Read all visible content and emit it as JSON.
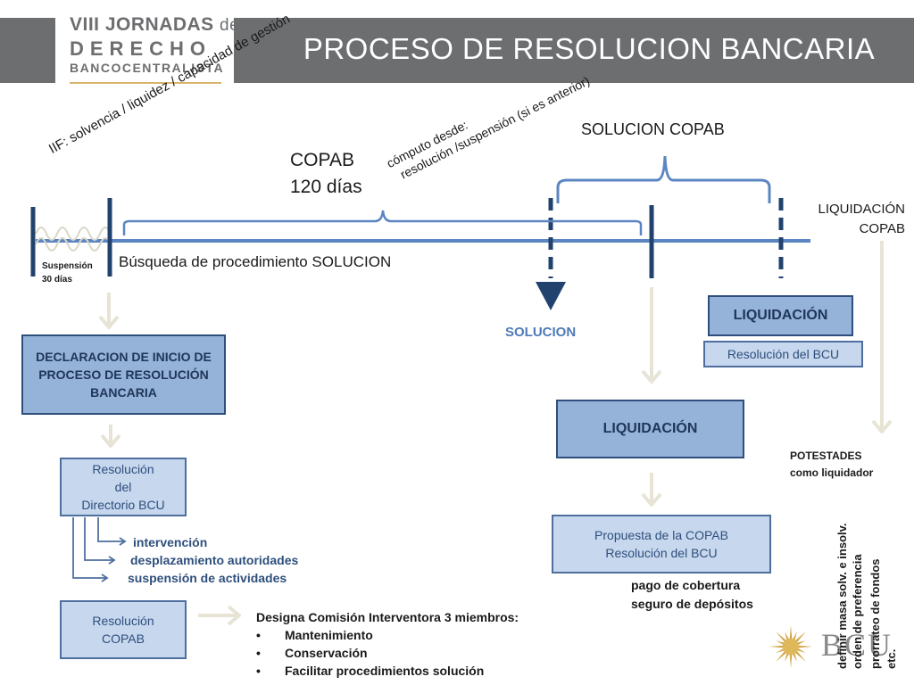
{
  "header": {
    "logo_line1": "VIII JORNADAS",
    "logo_line1_de": "de",
    "logo_line2": "DERECHO",
    "logo_line3": "BANCOCENTRALISTA",
    "title": "PROCESO DE RESOLUCION BANCARIA"
  },
  "timeline": {
    "iif_label": "IIF: solvencia / liquidez / capacidad de gestión",
    "copab_label": "COPAB",
    "copab_days": "120 días",
    "computo_line1": "cómputo desde:",
    "computo_line2": "resolución /suspensión (si es anterior)",
    "solucion_copab": "SOLUCION COPAB",
    "liquidacion_copab_1": "LIQUIDACIÓN",
    "liquidacion_copab_2": "COPAB",
    "suspension_1": "Suspensión",
    "suspension_2": "30 días",
    "busqueda": "Búsqueda de procedimiento SOLUCION",
    "solucion": "SOLUCION"
  },
  "left_flow": {
    "declaracion": "DECLARACION DE INICIO DE PROCESO DE RESOLUCIÓN BANCARIA",
    "res_directorio_1": "Resolución",
    "res_directorio_2": "del",
    "res_directorio_3": "Directorio BCU",
    "effects": [
      "intervención",
      "desplazamiento autoridades",
      "suspensión de actividades"
    ],
    "res_copab_1": "Resolución",
    "res_copab_2": "COPAB",
    "designa_title": "Designa Comisión Interventora 3 miembros:",
    "designa_items": [
      "Mantenimiento",
      "Conservación",
      "Facilitar procedimientos solución"
    ]
  },
  "right_flow": {
    "liquidacion_top": "LIQUIDACIÓN",
    "resolucion_bcu": "Resolución del BCU",
    "liquidacion_mid": "LIQUIDACIÓN",
    "propuesta_1": "Propuesta de la COPAB",
    "propuesta_2": "Resolución del BCU",
    "pago_1": "pago de cobertura",
    "pago_2": "seguro de depósitos",
    "potestades_1": "POTESTADES",
    "potestades_2": "como liquidador",
    "vertical_lines": [
      "definir masa solv. e insolv.",
      "orden de preferencia",
      "prorrateo de fondos",
      "etc."
    ],
    "bcu_text": "BCU"
  },
  "colors": {
    "header_gray": "#6d6e70",
    "timeline_blue": "#5b86c2",
    "dark_navy": "#22426e",
    "box_fill_dark": "#95b2d9",
    "box_fill_light": "#c7d7ee",
    "arrow_beige": "#e7e4d6",
    "gold": "#d8b56a"
  }
}
